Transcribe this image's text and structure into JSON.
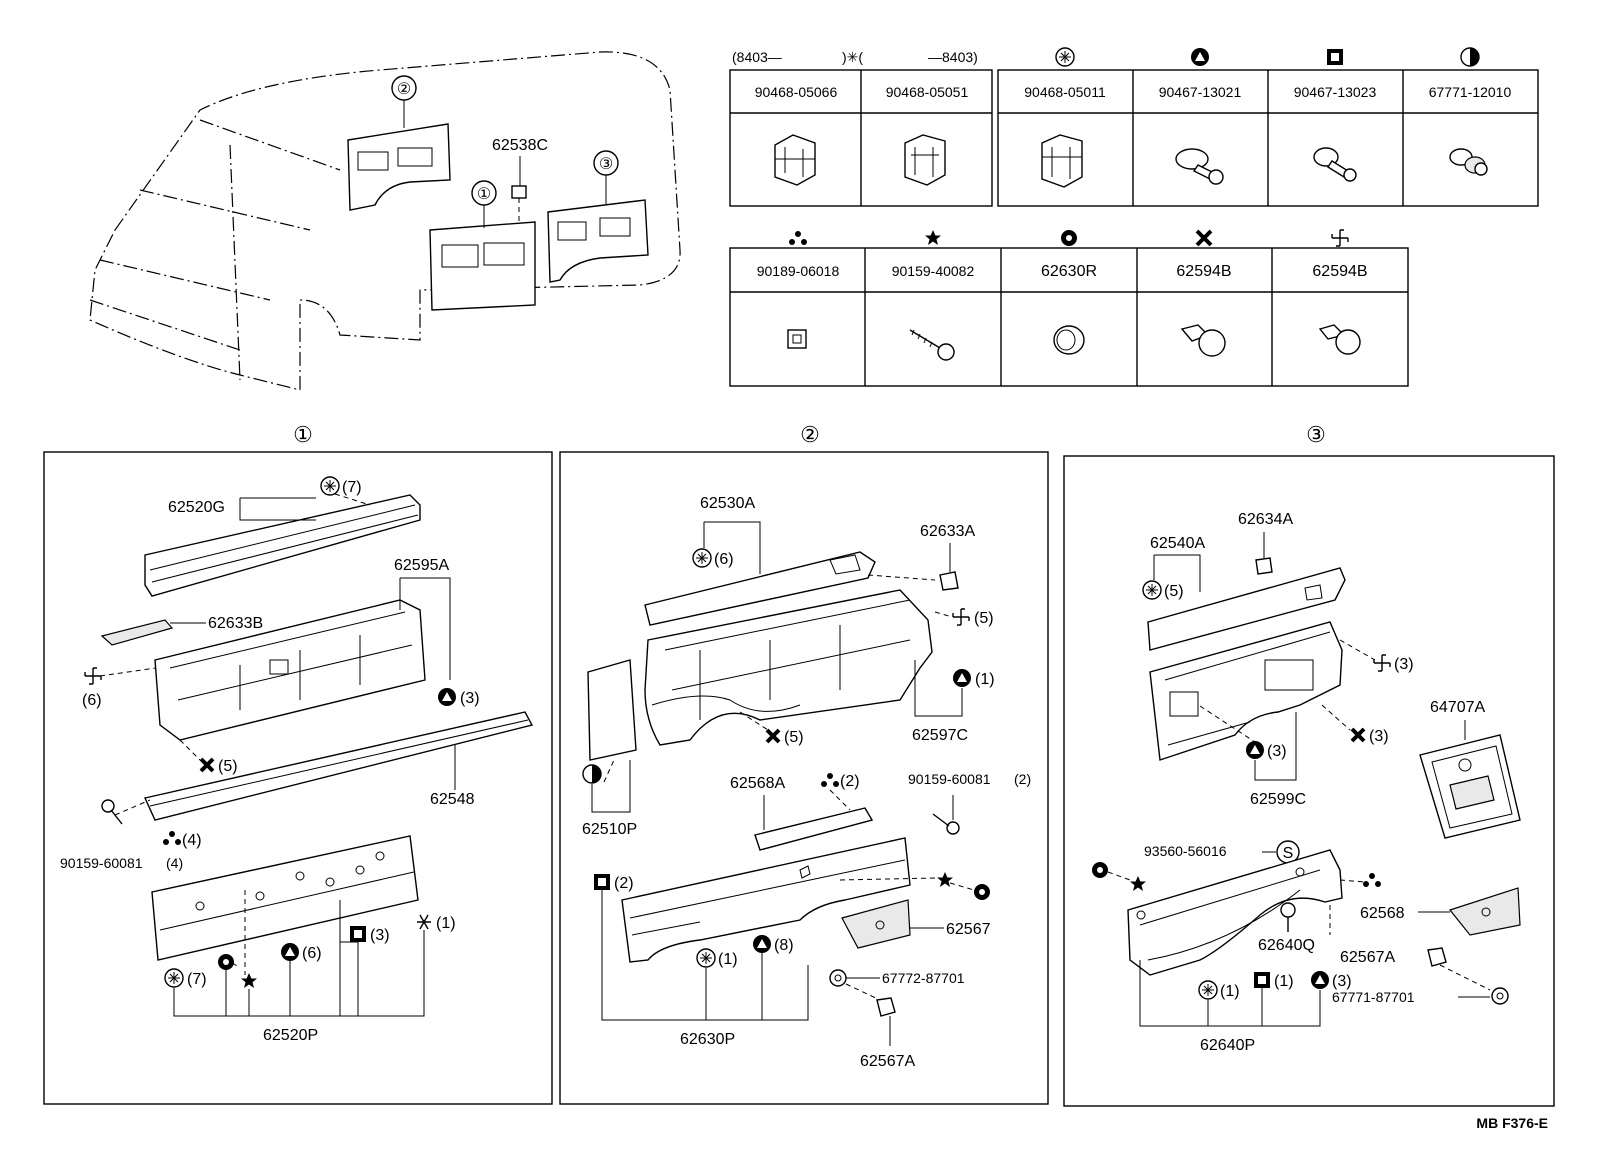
{
  "legend_top": {
    "date_header_left": "(8403—",
    "date_header_mid": ")✳(",
    "date_header_right": "—8403)",
    "row1": [
      {
        "symbol": "",
        "part": "90468-05066"
      },
      {
        "symbol": "",
        "part": "90468-05051"
      },
      {
        "symbol": "asterisk-circle",
        "part": "90468-05011"
      },
      {
        "symbol": "triangle-circle",
        "part": "90467-13021"
      },
      {
        "symbol": "square-circle",
        "part": "90467-13023"
      },
      {
        "symbol": "half-circle",
        "part": "67771-12010"
      }
    ],
    "row2": [
      {
        "symbol": "three-dots",
        "part": "90189-06018"
      },
      {
        "symbol": "star",
        "part": "90159-40082"
      },
      {
        "symbol": "ring",
        "part": "62630R"
      },
      {
        "symbol": "cross",
        "part": "62594B"
      },
      {
        "symbol": "pinwheel",
        "part": "62594B"
      }
    ]
  },
  "overview": {
    "callouts": [
      "①",
      "②",
      "③"
    ],
    "label_62538C": "62538C"
  },
  "panel1": {
    "title": "①",
    "labels": {
      "p62520G": "62520G",
      "q7a": "(7)",
      "p62595A": "62595A",
      "p62633B": "62633B",
      "q6a": "(6)",
      "q3a": "(3)",
      "q5a": "(5)",
      "p62548": "62548",
      "q4": "(4)",
      "p90159_60081": "90159-60081",
      "q4b": "(4)",
      "q1": "(1)",
      "q7b": "(7)",
      "q6b": "(6)",
      "q3b": "(3)",
      "p62520P": "62520P"
    }
  },
  "panel2": {
    "title": "②",
    "labels": {
      "p62530A": "62530A",
      "q6": "(6)",
      "p62633A": "62633A",
      "q5a": "(5)",
      "q1a": "(1)",
      "p62597C": "62597C",
      "q5b": "(5)",
      "p62510P": "62510P",
      "p62568A": "62568A",
      "q2a": "(2)",
      "p90159_60081": "90159-60081",
      "q2b": "(2)",
      "q2c": "(2)",
      "p62567": "62567",
      "q1b": "(1)",
      "q8": "(8)",
      "p67772_87701": "67772-87701",
      "p62630P": "62630P",
      "p62567A": "62567A"
    }
  },
  "panel3": {
    "title": "③",
    "labels": {
      "p62540A": "62540A",
      "p62634A": "62634A",
      "q5": "(5)",
      "q3a": "(3)",
      "q3b": "(3)",
      "q3c": "(3)",
      "p64707A": "64707A",
      "p62599C": "62599C",
      "p93560_56016": "93560-56016",
      "s_mark": "S",
      "p62568": "62568",
      "p62640Q": "62640Q",
      "p62567A": "62567A",
      "p67771_87701": "67771-87701",
      "q1a": "(1)",
      "q1b": "(1)",
      "q3d": "(3)",
      "p62640P": "62640P"
    }
  },
  "footer": {
    "code": "MB  F376-E"
  }
}
